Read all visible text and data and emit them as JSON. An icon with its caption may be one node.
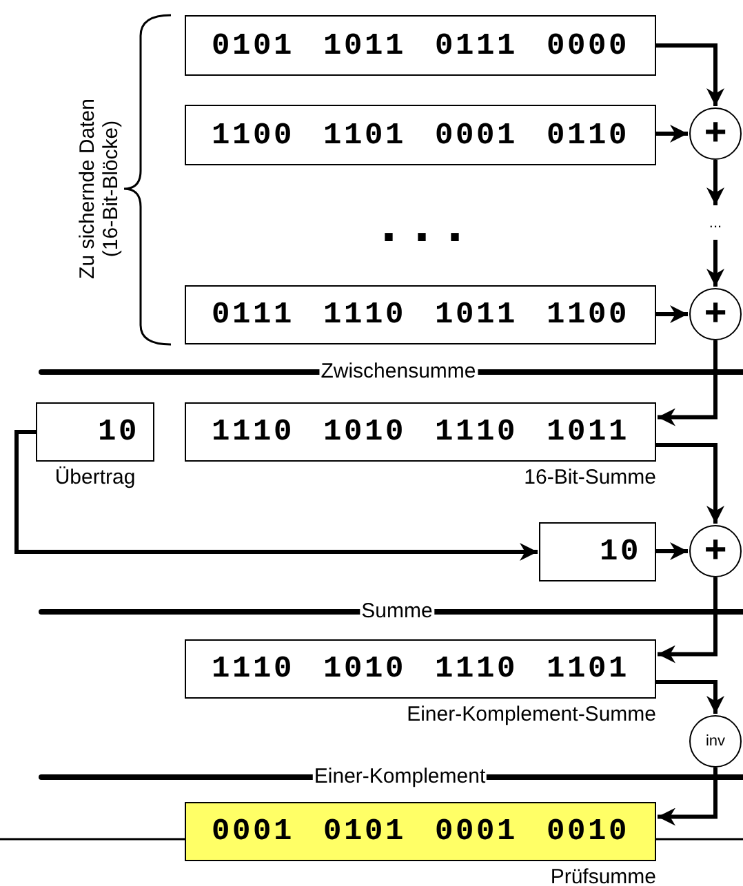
{
  "diagram": {
    "nodes": [
      {
        "text": [
          "0101 1011 0111 0000"
        ]
      },
      {
        "text": [
          "1100 1101 0001 0110"
        ]
      },
      {
        "text": [
          "+"
        ]
      },
      {
        "text": [
          "0111 1110 1011 1100"
        ]
      },
      {
        "text": [
          "+"
        ]
      },
      {
        "text": [
          "10"
        ],
        "beside": [
          "Übertrag"
        ]
      },
      {
        "text": [
          "1110 1010 1110 1011"
        ],
        "beside": [
          "16-Bit-Summe"
        ]
      },
      {
        "text": [
          "10"
        ]
      },
      {
        "text": [
          "+"
        ]
      },
      {
        "text": [
          "1110 1010 1110 1101"
        ],
        "beside": [
          "Einer-Komplement-Summe"
        ]
      },
      {
        "text": [
          "inv"
        ]
      },
      {
        "text": [
          "0001 0101 0001 0010"
        ],
        "beside": [
          "Prüfsumme"
        ]
      },
      {
        "text": [
          "..."
        ]
      }
    ],
    "edges": [
      {
        "from": 0,
        "to": 2,
        "arrow": "to"
      },
      {
        "from": 1,
        "to": 2,
        "arrow": "to"
      },
      {
        "from": 2,
        "to": 12,
        "arrow": "to"
      },
      {
        "from": 12,
        "to": 4,
        "arrow": "to"
      },
      {
        "from": 3,
        "to": 4,
        "arrow": "to"
      },
      {
        "from": 4,
        "to": 6,
        "arrow": "to"
      },
      {
        "from": 5,
        "to": 7,
        "arrow": "to"
      },
      {
        "from": 6,
        "to": 8,
        "arrow": "to"
      },
      {
        "from": 7,
        "to": 8,
        "arrow": "to"
      },
      {
        "from": 8,
        "to": 9,
        "arrow": "to"
      },
      {
        "from": 9,
        "to": 10,
        "arrow": "to"
      },
      {
        "from": 10,
        "to": 11,
        "arrow": "to"
      }
    ],
    "labels": [
      "Zu sichernde Daten (16-Bit-Blöcke)",
      "...",
      "Zwischensumme",
      "Summe",
      "Einer-Komplement"
    ]
  }
}
